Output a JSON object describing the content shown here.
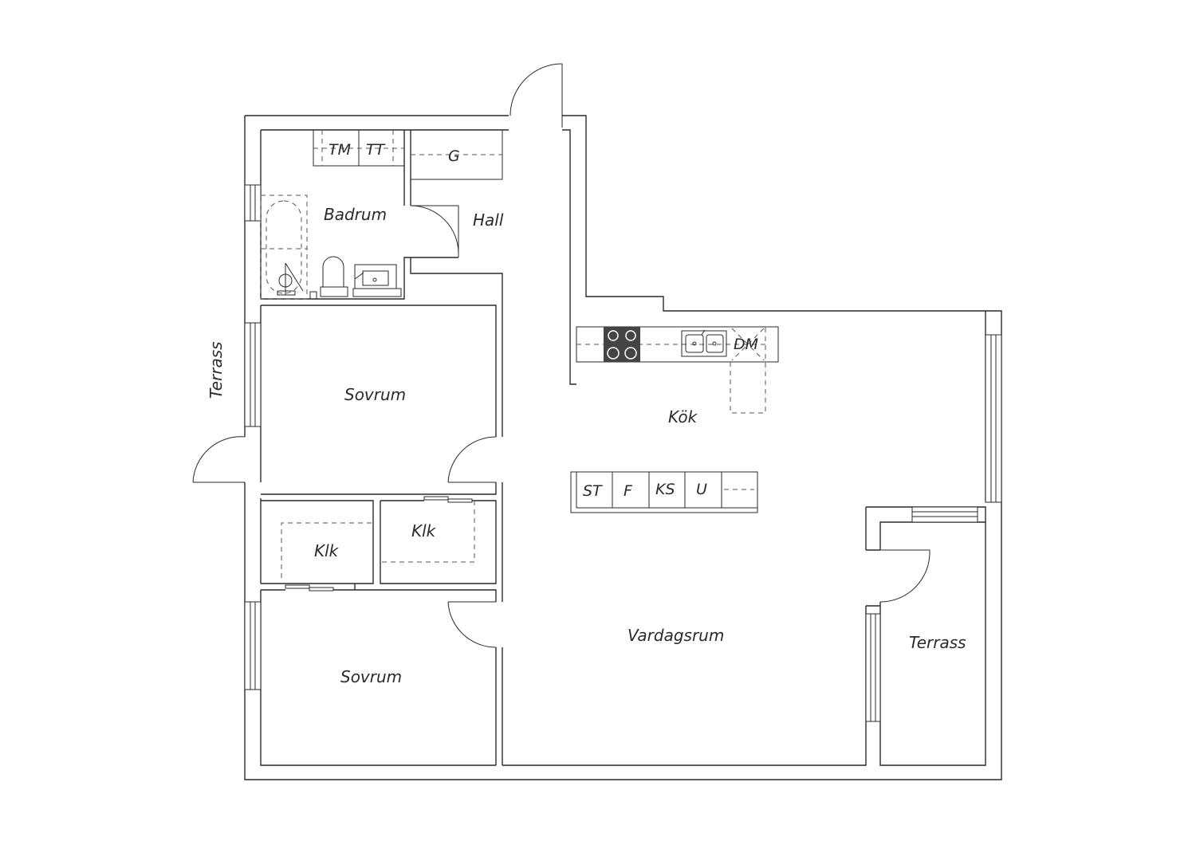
{
  "rooms": {
    "badrum": "Badrum",
    "hall": "Hall",
    "sovrum_upper": "Sovrum",
    "sovrum_lower": "Sovrum",
    "klk_left": "Klk",
    "klk_right": "Klk",
    "kok": "Kök",
    "vardagsrum": "Vardagsrum",
    "terrass_left": "Terrass",
    "terrass_right": "Terrass"
  },
  "fixtures": {
    "tm": "TM",
    "tt": "TT",
    "g": "G",
    "dm": "DM",
    "st": "ST",
    "f": "F",
    "ks": "KS",
    "u": "U"
  },
  "icons": [
    "stove-icon",
    "sink-icon",
    "toilet-icon",
    "bathtub-icon",
    "door-swing-icon",
    "window-icon"
  ],
  "colors": {
    "line": "#2a2a2a",
    "background": "#ffffff",
    "stove": "#444444"
  }
}
